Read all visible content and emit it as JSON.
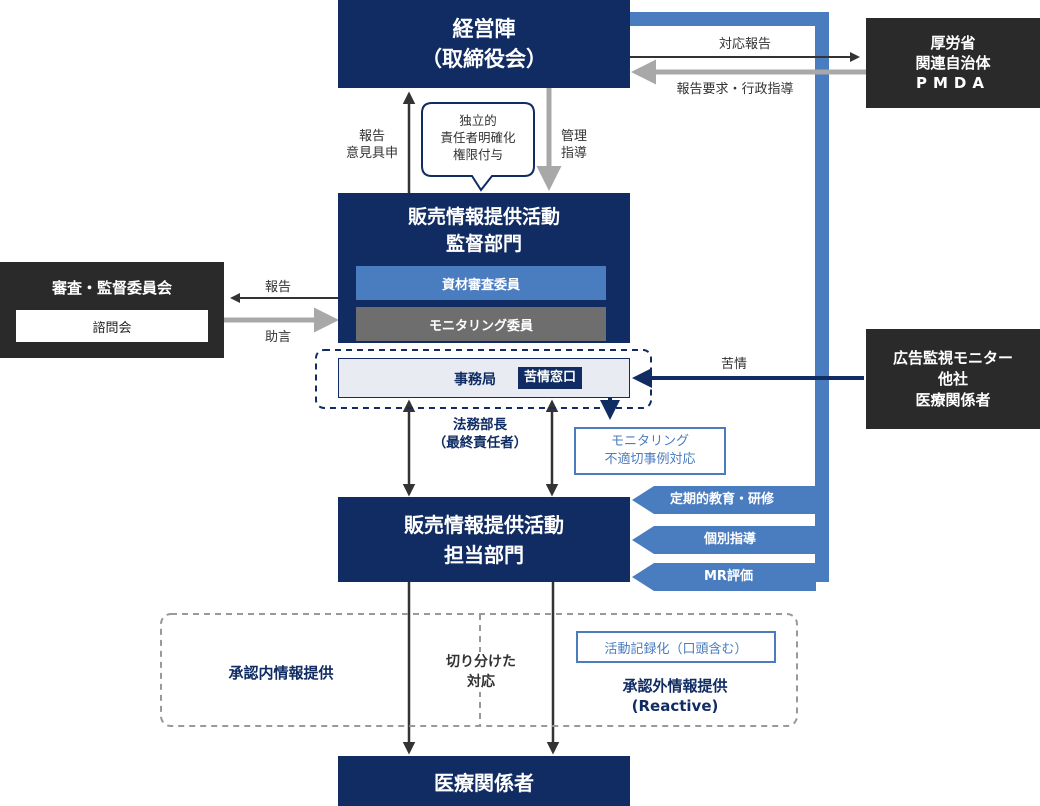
{
  "management": {
    "line1": "経営陣",
    "line2": "（取締役会）"
  },
  "external_authority": {
    "line1": "厚労省",
    "line2": "関連自治体",
    "line3": "PMDA"
  },
  "arrows": {
    "taiou_houkoku": "対応報告",
    "houkoku_youkyu": "報告要求・行政指導",
    "report_opinion_line1": "報告",
    "report_opinion_line2": "意見具申",
    "kanri_line1": "管理",
    "kanri_line2": "指導",
    "to_committee": "報告",
    "from_committee": "助言",
    "kujou": "苦情",
    "legal_line1": "法務部長",
    "legal_line2": "（最終責任者）",
    "kirihake_line1": "切り分けた",
    "kirihake_line2": "対応"
  },
  "callout": {
    "line1": "独立的",
    "line2": "責任者明確化",
    "line3": "権限付与"
  },
  "supervision": {
    "title_line1": "販売情報提供活動",
    "title_line2": "監督部門",
    "materials_committee": "資材審査委員",
    "monitoring_committee": "モニタリング委員",
    "secretariat": "事務局",
    "complaint_window": "苦情窓口"
  },
  "review_committee": {
    "title": "審査・監督委員会",
    "advisory": "諮問会"
  },
  "complaint_sources": {
    "line1": "広告監視モニター",
    "line2": "他社",
    "line3": "医療関係者"
  },
  "monitoring_box": {
    "line1": "モニタリング",
    "line2": "不適切事例対応"
  },
  "operating_dept": {
    "line1": "販売情報提供活動",
    "line2": "担当部門"
  },
  "training": {
    "item1": "定期的教育・研修",
    "item2": "個別指導",
    "item3": "MR評価"
  },
  "approved_info": "承認内情報提供",
  "activity_record": "活動記録化（口頭含む）",
  "unapproved_info": {
    "line1": "承認外情報提供",
    "line2": "(Reactive)"
  },
  "medical": "医療関係者",
  "colors": {
    "navy": "#102c63",
    "mid_blue": "#4a7cc0",
    "gray": "#a8a8a8",
    "dark": "#2a2a2a"
  }
}
